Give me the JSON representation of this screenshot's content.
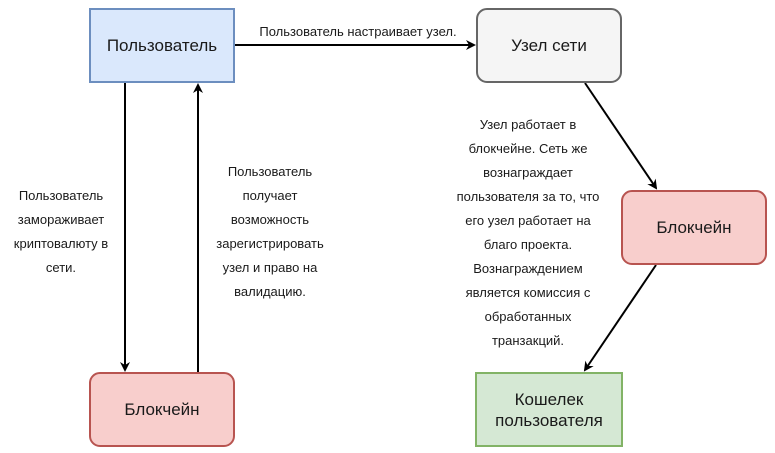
{
  "nodes": {
    "user": "Пользователь",
    "network_node": "Узел сети",
    "blockchain_left": "Блокчейн",
    "blockchain_right": "Блокчейн",
    "wallet_line1": "Кошелек",
    "wallet_line2": "пользователя"
  },
  "edges": {
    "user_to_node": "Пользователь настраивает узел.",
    "user_to_blockchain": [
      "Пользователь",
      "замораживает",
      "криптовалюту в",
      "сети."
    ],
    "blockchain_to_user": [
      "Пользователь",
      "получает",
      "возможность",
      "зарегистрировать",
      "узел и право на",
      "валидацию."
    ],
    "node_to_blockchain": [
      "Узел работает в",
      "блокчейне. Сеть же",
      "вознаграждает",
      "пользователя за то, что",
      "его узел работает на",
      "благо проекта.",
      "Вознаграждением",
      "является комиссия с",
      "обработанных",
      "транзакций."
    ]
  },
  "colors": {
    "user_fill": "#dae8fc",
    "user_stroke": "#6c8ebf",
    "node_fill": "#f5f5f5",
    "node_stroke": "#666666",
    "blockchain_fill": "#f8cecc",
    "blockchain_stroke": "#b85450",
    "wallet_fill": "#d5e8d4",
    "wallet_stroke": "#82b366",
    "arrow": "#000000"
  }
}
